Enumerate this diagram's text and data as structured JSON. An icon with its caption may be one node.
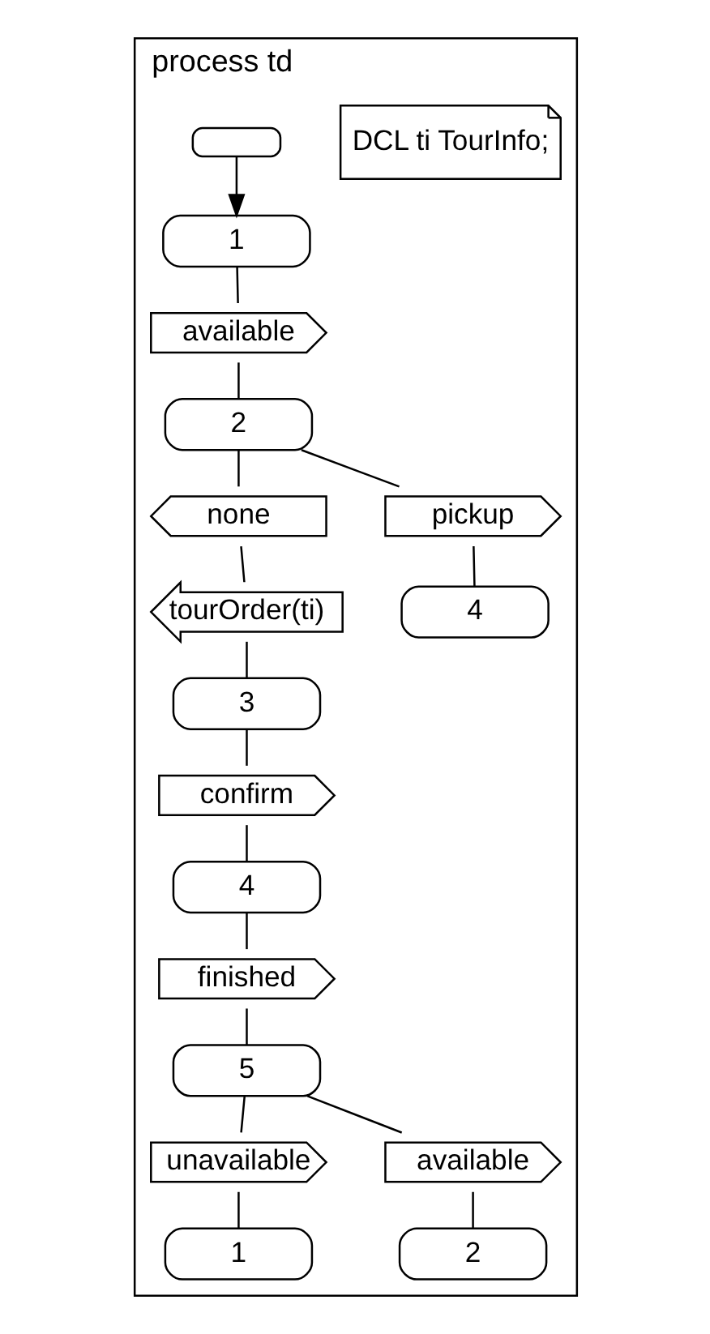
{
  "diagram": {
    "nodes": [
      {
        "text": [
          "process td"
        ]
      },
      {
        "text": [],
        "shape": "oval",
        "in": 0
      },
      {
        "text": [
          "1"
        ],
        "in": 0
      },
      {
        "text": [
          "available"
        ],
        "in": 0
      },
      {
        "text": [
          "2"
        ],
        "in": 0
      },
      {
        "text": [
          "none"
        ],
        "in": 0
      },
      {
        "text": [
          "pickup"
        ],
        "in": 0
      },
      {
        "text": [
          "4"
        ],
        "in": 0
      },
      {
        "text": [
          "tourOrder(ti)"
        ],
        "in": 0
      },
      {
        "text": [
          "3"
        ],
        "in": 0
      },
      {
        "text": [
          "confirm"
        ],
        "in": 0
      },
      {
        "text": [
          "4"
        ],
        "in": 0
      },
      {
        "text": [
          "finished"
        ],
        "in": 0
      },
      {
        "text": [
          "5"
        ],
        "in": 0
      },
      {
        "text": [
          "unavailable"
        ],
        "in": 0
      },
      {
        "text": [
          "available"
        ],
        "in": 0
      },
      {
        "text": [
          "1"
        ],
        "in": 0
      },
      {
        "text": [
          "2"
        ],
        "in": 0
      },
      {
        "text": [
          "DCL ti TourInfo;"
        ],
        "in": 0
      }
    ],
    "edges": [
      {
        "from": 1,
        "to": 2,
        "arrow": "to"
      },
      {
        "from": 2,
        "to": 3,
        "arrow": "none"
      },
      {
        "from": 3,
        "to": 4,
        "arrow": "none"
      },
      {
        "from": 4,
        "to": 5,
        "arrow": "none"
      },
      {
        "from": 4,
        "to": 6,
        "arrow": "none"
      },
      {
        "from": 6,
        "to": 7,
        "arrow": "none"
      },
      {
        "from": 5,
        "to": 8,
        "arrow": "none"
      },
      {
        "from": 8,
        "to": 9,
        "arrow": "none"
      },
      {
        "from": 9,
        "to": 10,
        "arrow": "none"
      },
      {
        "from": 10,
        "to": 11,
        "arrow": "none"
      },
      {
        "from": 11,
        "to": 12,
        "arrow": "none"
      },
      {
        "from": 12,
        "to": 13,
        "arrow": "none"
      },
      {
        "from": 13,
        "to": 14,
        "arrow": "none"
      },
      {
        "from": 13,
        "to": 15,
        "arrow": "none"
      },
      {
        "from": 14,
        "to": 16,
        "arrow": "none"
      },
      {
        "from": 15,
        "to": 17,
        "arrow": "none"
      }
    ]
  }
}
